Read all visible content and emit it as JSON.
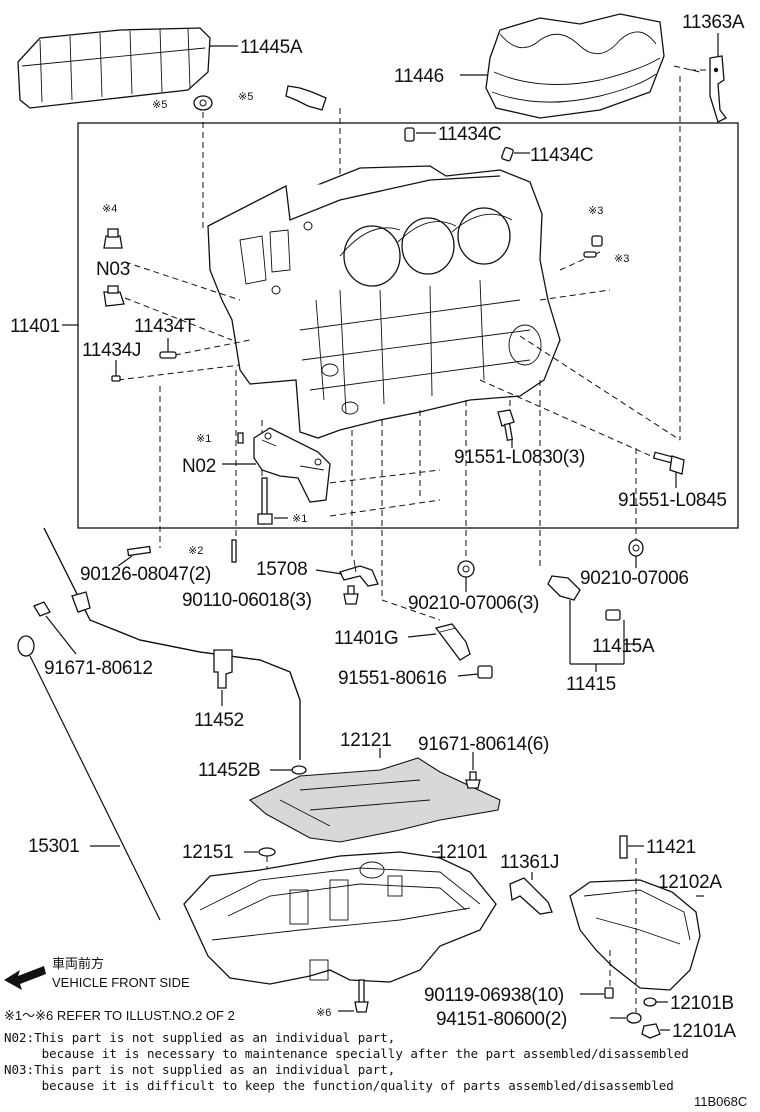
{
  "parts": {
    "p11445A": "11445A",
    "p11446": "11446",
    "p11363A": "11363A",
    "p11434C_a": "11434C",
    "p11434C_b": "11434C",
    "p11401": "11401",
    "p11434T": "11434T",
    "p11434J": "11434J",
    "N03": "N03",
    "N02": "N02",
    "p91551_L0830": "91551-L0830(3)",
    "p91551_L0845": "91551-L0845",
    "p90126_08047": "90126-08047(2)",
    "p15708": "15708",
    "p90110_06018": "90110-06018(3)",
    "p90210_07006_3": "90210-07006(3)",
    "p90210_07006": "90210-07006",
    "p11401G": "11401G",
    "p91551_80616": "91551-80616",
    "p11415A": "11415A",
    "p11415": "11415",
    "p91671_80612": "91671-80612",
    "p11452": "11452",
    "p11452B": "11452B",
    "p12121": "12121",
    "p91671_80614": "91671-80614(6)",
    "p15301": "15301",
    "p12151": "12151",
    "p12101": "12101",
    "p11361J": "11361J",
    "p11421": "11421",
    "p12102A": "12102A",
    "p90119_06938": "90119-06938(10)",
    "p12101B": "12101B",
    "p94151_80600": "94151-80600(2)",
    "p12101A": "12101A"
  },
  "marks": {
    "m5a": "※5",
    "m5b": "※5",
    "m4": "※4",
    "m3a": "※3",
    "m3b": "※3",
    "m1a": "※1",
    "m1b": "※1",
    "m2": "※2",
    "m6": "※6"
  },
  "front": {
    "jp": "車両前方",
    "en": "VEHICLE FRONT SIDE"
  },
  "notes": {
    "refer": "※1～※6 REFER TO ILLUST.NO.2 OF 2",
    "n02_l1": "N02:This part is not supplied as an individual part,",
    "n02_l2": "     because it is necessary to maintenance specially after the part assembled/disassembled",
    "n03_l1": "N03:This part is not supplied as an individual part,",
    "n03_l2": "     because it is difficult to keep the function/quality of parts assembled/disassembled"
  },
  "code": "11B068C"
}
